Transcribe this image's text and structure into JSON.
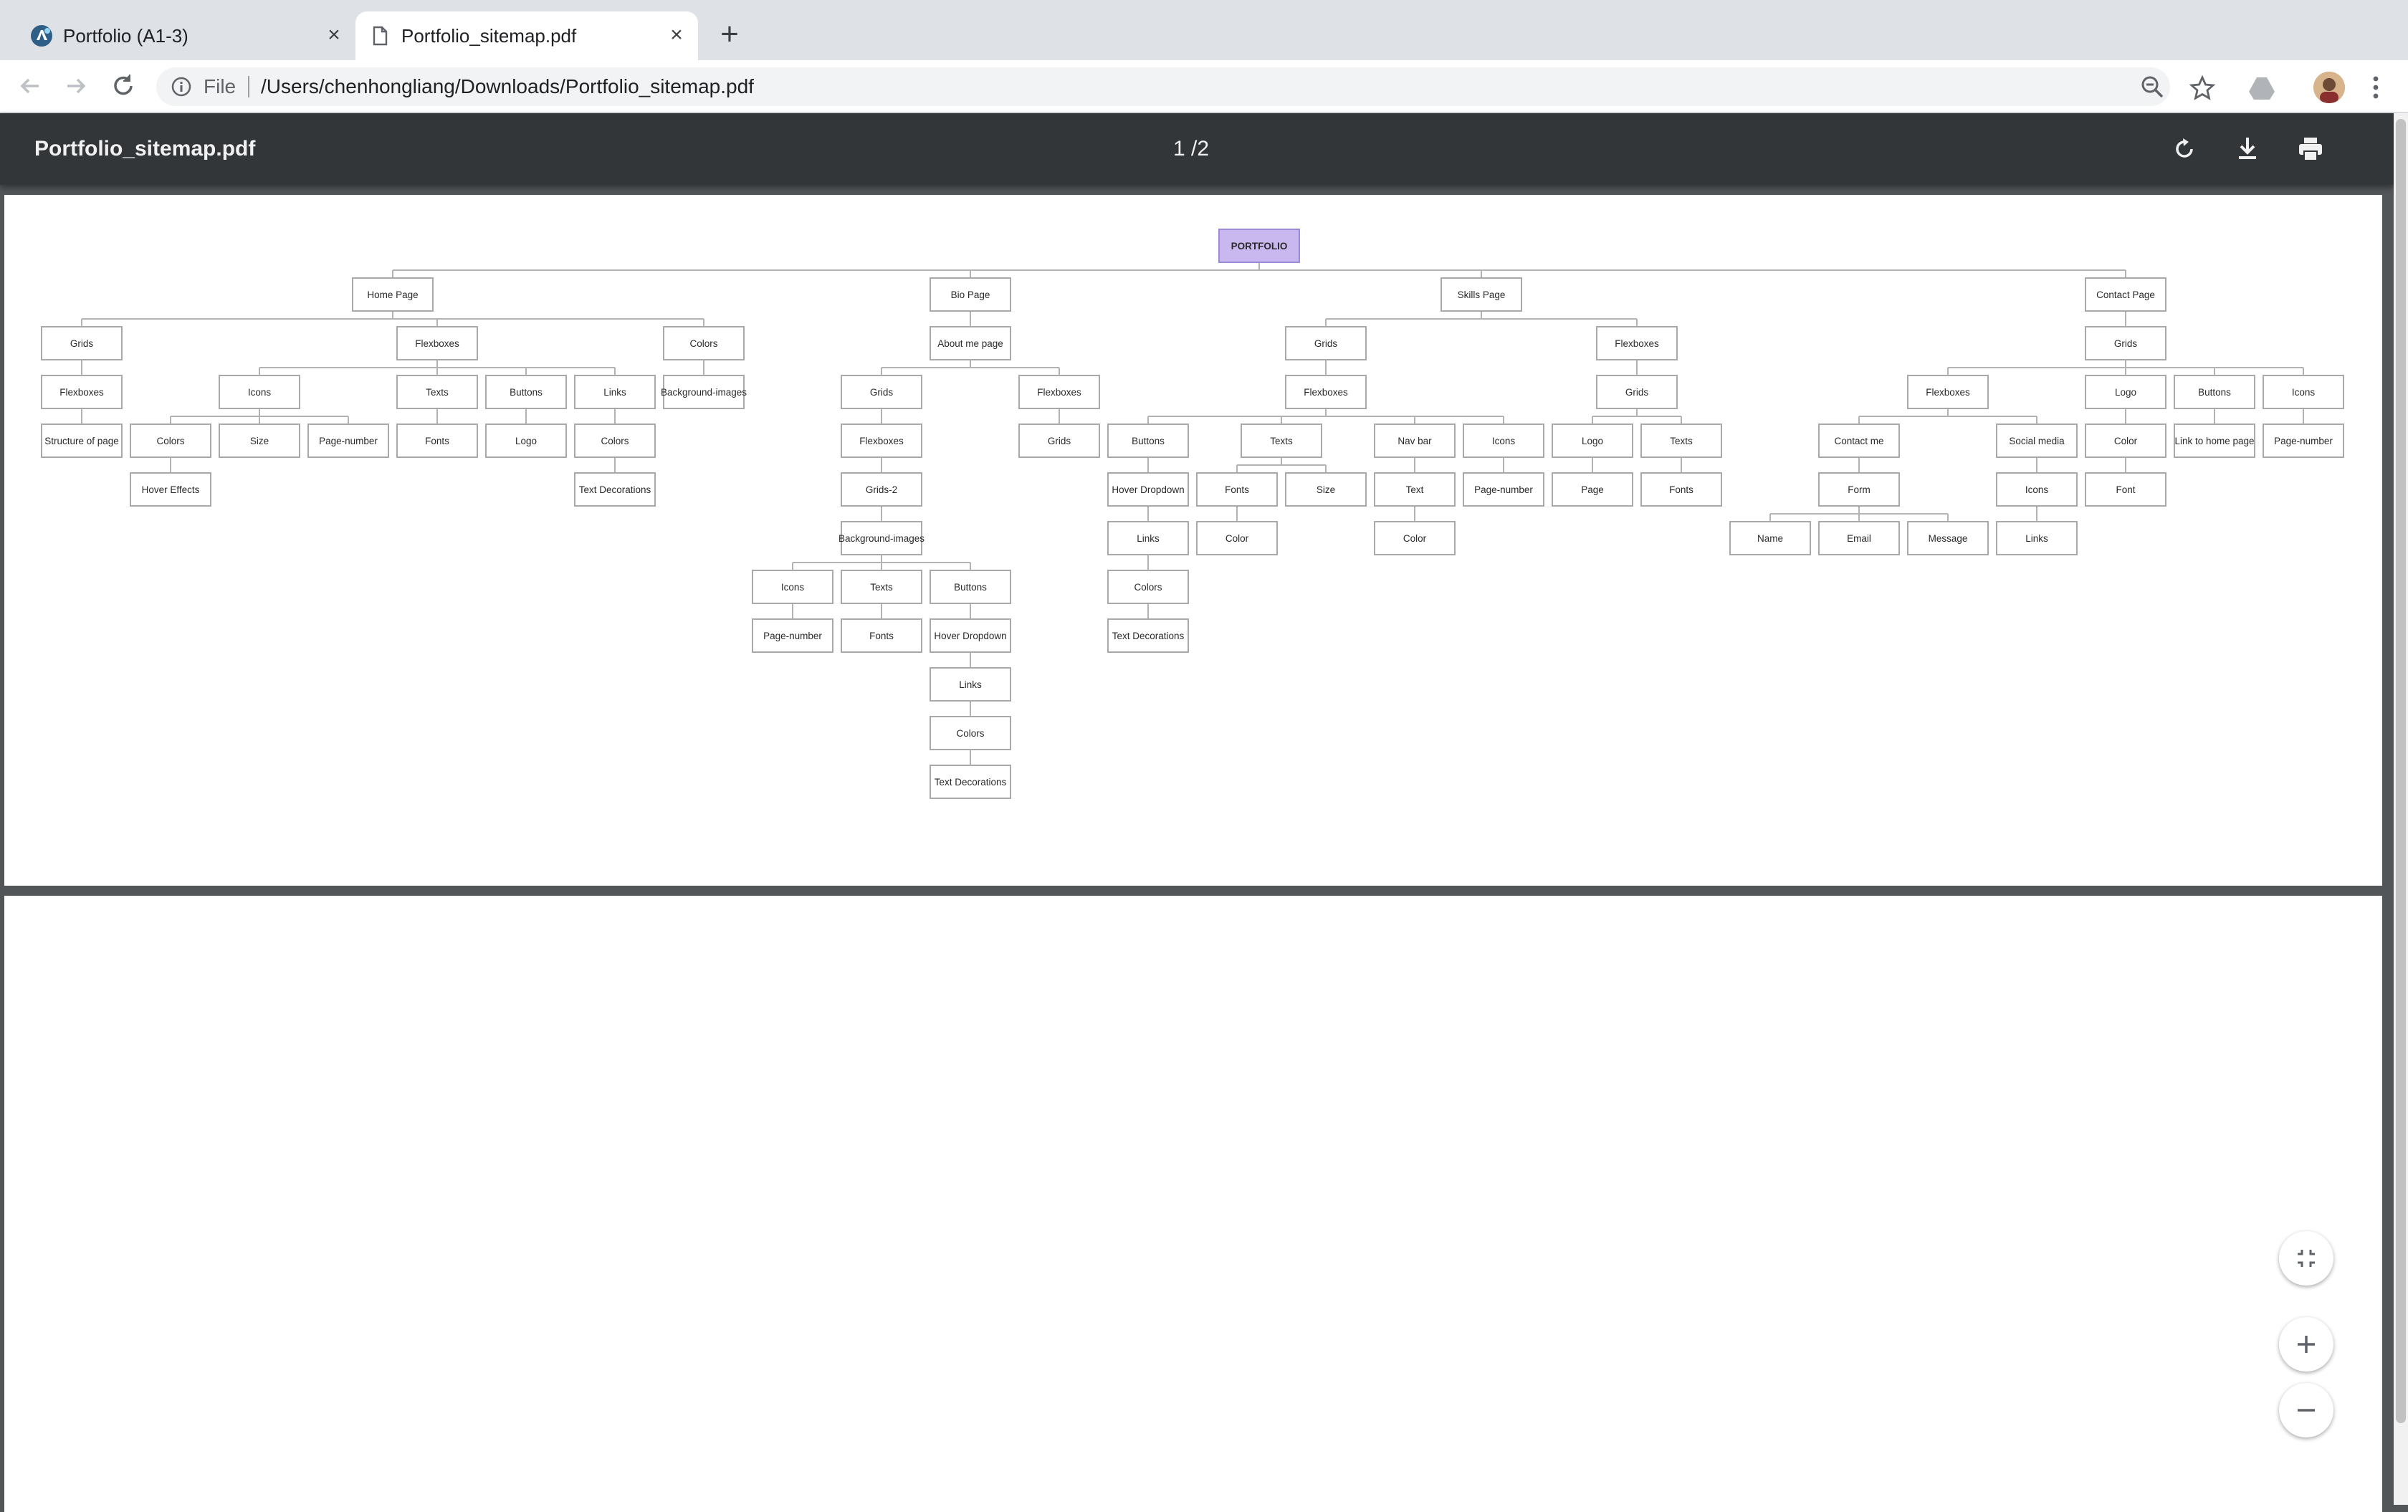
{
  "browser": {
    "tabs": [
      {
        "title": "Portfolio (A1-3)",
        "icon": "app-favicon-icon",
        "active": false
      },
      {
        "title": "Portfolio_sitemap.pdf",
        "icon": "document-icon",
        "active": true
      }
    ],
    "address": {
      "scheme": "File",
      "url": "/Users/chenhongliang/Downloads/Portfolio_sitemap.pdf"
    }
  },
  "viewer": {
    "title": "Portfolio_sitemap.pdf",
    "page_indicator": "1 /2",
    "actions": [
      "rotate-icon",
      "download-icon",
      "print-icon"
    ],
    "zoom_controls": [
      "fit-to-page-icon",
      "zoom-in-icon",
      "zoom-out-icon"
    ]
  },
  "sitemap": {
    "label": "PORTFOLIO",
    "children": [
      {
        "label": "Home Page",
        "children": [
          {
            "label": "Grids",
            "children": [
              {
                "label": "Flexboxes",
                "children": [
                  {
                    "label": "Structure of page"
                  }
                ]
              }
            ]
          },
          {
            "label": "Flexboxes",
            "children": [
              {
                "label": "Icons",
                "children": [
                  {
                    "label": "Colors",
                    "children": [
                      {
                        "label": "Hover Effects"
                      }
                    ]
                  },
                  {
                    "label": "Size"
                  },
                  {
                    "label": "Page-number"
                  }
                ]
              },
              {
                "label": "Texts",
                "children": [
                  {
                    "label": "Fonts"
                  }
                ]
              },
              {
                "label": "Buttons",
                "children": [
                  {
                    "label": "Logo"
                  }
                ]
              },
              {
                "label": "Links",
                "children": [
                  {
                    "label": "Colors",
                    "children": [
                      {
                        "label": "Text Decorations"
                      }
                    ]
                  }
                ]
              }
            ]
          },
          {
            "label": "Colors",
            "children": [
              {
                "label": "Background-images"
              }
            ]
          }
        ]
      },
      {
        "label": "Bio Page",
        "children": [
          {
            "label": "About me page",
            "children": [
              {
                "label": "Grids",
                "children": [
                  {
                    "label": "Flexboxes",
                    "children": [
                      {
                        "label": "Grids-2",
                        "children": [
                          {
                            "label": "Background-images",
                            "children": [
                              {
                                "label": "Icons",
                                "children": [
                                  {
                                    "label": "Page-number"
                                  }
                                ]
                              },
                              {
                                "label": "Texts",
                                "children": [
                                  {
                                    "label": "Fonts"
                                  }
                                ]
                              },
                              {
                                "label": "Buttons",
                                "children": [
                                  {
                                    "label": "Hover Dropdown",
                                    "children": [
                                      {
                                        "label": "Links",
                                        "children": [
                                          {
                                            "label": "Colors",
                                            "children": [
                                              {
                                                "label": "Text Decorations"
                                              }
                                            ]
                                          }
                                        ]
                                      }
                                    ]
                                  }
                                ]
                              }
                            ]
                          }
                        ]
                      }
                    ]
                  }
                ]
              },
              {
                "label": "Flexboxes",
                "children": [
                  {
                    "label": "Grids"
                  }
                ]
              }
            ]
          }
        ]
      },
      {
        "label": "Skills Page",
        "children": [
          {
            "label": "Grids",
            "children": [
              {
                "label": "Flexboxes",
                "children": [
                  {
                    "label": "Buttons",
                    "children": [
                      {
                        "label": "Hover Dropdown",
                        "children": [
                          {
                            "label": "Links",
                            "children": [
                              {
                                "label": "Colors",
                                "children": [
                                  {
                                    "label": "Text Decorations"
                                  }
                                ]
                              }
                            ]
                          }
                        ]
                      }
                    ]
                  },
                  {
                    "label": "Texts",
                    "children": [
                      {
                        "label": "Fonts",
                        "children": [
                          {
                            "label": "Color"
                          }
                        ]
                      },
                      {
                        "label": "Size"
                      }
                    ]
                  },
                  {
                    "label": "Nav bar",
                    "children": [
                      {
                        "label": "Text",
                        "children": [
                          {
                            "label": "Color"
                          }
                        ]
                      }
                    ]
                  },
                  {
                    "label": "Icons",
                    "children": [
                      {
                        "label": "Page-number"
                      }
                    ]
                  }
                ]
              }
            ]
          },
          {
            "label": "Flexboxes",
            "children": [
              {
                "label": "Grids",
                "children": [
                  {
                    "label": "Logo",
                    "children": [
                      {
                        "label": "Page"
                      }
                    ]
                  },
                  {
                    "label": "Texts",
                    "children": [
                      {
                        "label": "Fonts"
                      }
                    ]
                  }
                ]
              }
            ]
          }
        ]
      },
      {
        "label": "Contact Page",
        "children": [
          {
            "label": "Grids",
            "children": [
              {
                "label": "Flexboxes",
                "children": [
                  {
                    "label": "Contact me",
                    "children": [
                      {
                        "label": "Form",
                        "children": [
                          {
                            "label": "Name"
                          },
                          {
                            "label": "Email"
                          },
                          {
                            "label": "Message"
                          }
                        ]
                      }
                    ]
                  },
                  {
                    "label": "Social media",
                    "children": [
                      {
                        "label": "Icons",
                        "children": [
                          {
                            "label": "Links"
                          }
                        ]
                      }
                    ]
                  }
                ]
              },
              {
                "label": "Logo",
                "children": [
                  {
                    "label": "Color",
                    "children": [
                      {
                        "label": "Font"
                      }
                    ]
                  }
                ]
              },
              {
                "label": "Buttons",
                "children": [
                  {
                    "label": "Link to home page"
                  }
                ]
              },
              {
                "label": "Icons",
                "children": [
                  {
                    "label": "Page-number"
                  }
                ]
              }
            ]
          }
        ]
      }
    ]
  }
}
